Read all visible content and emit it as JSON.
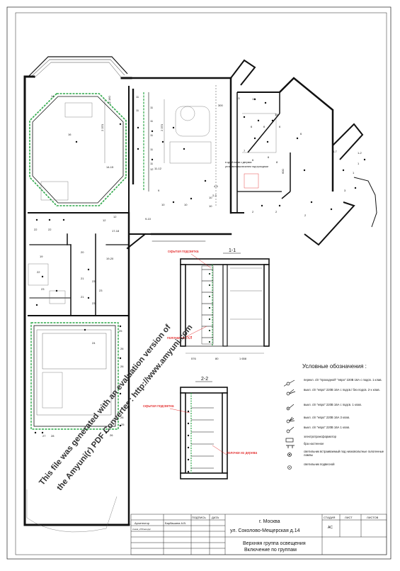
{
  "drawing": {
    "room_numbers_main": [
      "14",
      "15",
      "16",
      "11",
      "11",
      "11",
      "11",
      "11",
      "11",
      "11",
      "9",
      "10",
      "10",
      "10",
      "10",
      "12",
      "12",
      "12",
      "13",
      "13",
      "13",
      "6",
      "6",
      "6",
      "6",
      "6",
      "6",
      "7",
      "8",
      "2",
      "2",
      "2",
      "1",
      "1",
      "19",
      "20",
      "21",
      "21",
      "22",
      "22",
      "22",
      "23",
      "23",
      "23",
      "23",
      "24",
      "25",
      "25",
      "26",
      "26",
      "26",
      "26",
      "27",
      "28",
      "11-12",
      "14-15",
      "17-18",
      "19-20",
      "9-10",
      "2-3",
      "4-5",
      "6-7",
      "1-2",
      "3"
    ],
    "section_1_title": "1-1",
    "section_2_title": "2-2",
    "annotation_hidden_light_1": "скрытая подсветка",
    "annotation_shelves_gkl": "полочки из ГКЛ",
    "annotation_hidden_light_2": "скрытая подсветка",
    "annotation_shelves_wood": "полочки из дерева",
    "dim_576": "576",
    "dim_80": "80",
    "dim_1658": "1 658",
    "dim_2370a": "2 370",
    "dim_2370b": "2 370",
    "dim_160": "160",
    "dim_300": "300",
    "dim_600": "600",
    "note_small_a": "в одной линии с дверями",
    "note_small_b": "установить выключатели над проходным"
  },
  "watermark": {
    "line1": "This file was generated with an evaluation version of",
    "line2": "the Amyuni(r) PDF Converter : http://www.amyuni.com"
  },
  "legend": {
    "title": "Условные обозначения :",
    "items": [
      {
        "icon": "pass-switch-icon",
        "text": "перекл. с/п \"проходной\" \"евро\" 220В 16А с подсв. 1 клав."
      },
      {
        "icon": "switch-2-lit-icon",
        "text": "выкл. с/п \"евро\" 220В 16А с подсв./ без подсв. 2-х клав."
      },
      {
        "icon": "switch-1-lit-icon",
        "text": "выкл. с/п \"евро\" 220В 16А с подсв. 1 клав."
      },
      {
        "icon": "switch-3-icon",
        "text": "выкл. с/п \"евро\" 220В 16А 3 клав."
      },
      {
        "icon": "switch-1-icon",
        "text": "выкл. с/п \"евро\" 220В 16А 1 клав."
      },
      {
        "icon": "transformer-icon",
        "text": "электротрансформатор"
      },
      {
        "icon": "wall-sconce-icon",
        "text": "бра настенное"
      },
      {
        "icon": "recessed-light-icon",
        "text": "светильник встраиваемый под низковольтные галогенные лампы"
      },
      {
        "icon": "pendant-light-icon",
        "text": "светильник подвесной"
      }
    ]
  },
  "title_block": {
    "hdr_podpis": "ПОДПИСЬ",
    "hdr_data": "ДАТА",
    "role_architect": "Архитектор",
    "architect_name": "Барбашина А.В.",
    "city": "г. Москва",
    "address": "ул. Соколово-Мещерская д.14",
    "hdr_stadia": "СТАДИЯ",
    "hdr_list": "ЛИСТ",
    "hdr_listov": "ЛИСТОВ",
    "stadia_value": "АС",
    "sheet_title_1": "Верхняя группа освещения",
    "sheet_title_2": "Включение по группам",
    "small_note": "схема_2ОСвещ(а)"
  },
  "colors": {
    "wall": "#111111",
    "light_strip": "#2fa84a",
    "annotation": "#d01010"
  }
}
